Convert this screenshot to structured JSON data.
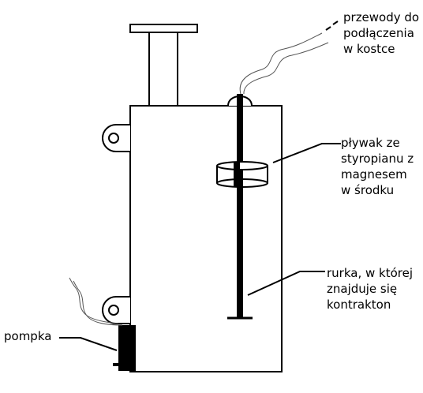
{
  "labels": {
    "wires": [
      "przewody do",
      "podłączenia",
      "w kostce"
    ],
    "float": [
      "pływak ze",
      "styropianu z",
      "magnesem",
      "w środku"
    ],
    "tube": [
      "rurka, w której",
      "znajduje się",
      "kontrakton"
    ],
    "pump": [
      "pompka"
    ]
  },
  "colors": {
    "stroke": "#000000",
    "wire": "#555555",
    "background": "#ffffff"
  }
}
